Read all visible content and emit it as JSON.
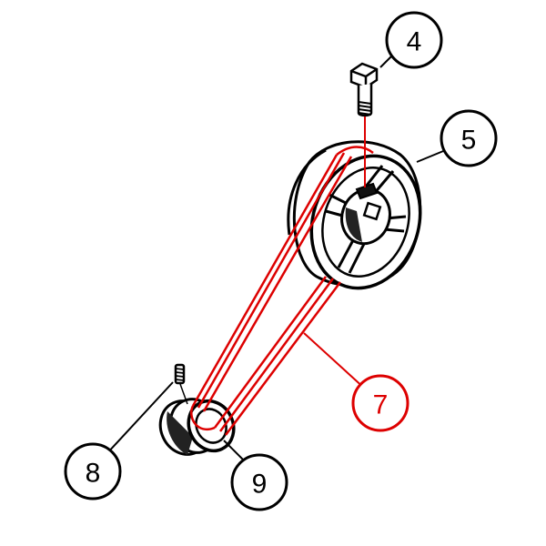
{
  "diagram": {
    "callouts": [
      {
        "id": "4",
        "label": "4",
        "part": "bolt",
        "color": "#000000"
      },
      {
        "id": "5",
        "label": "5",
        "part": "large-pulley",
        "color": "#000000"
      },
      {
        "id": "7",
        "label": "7",
        "part": "v-belt",
        "color": "#dd0000"
      },
      {
        "id": "8",
        "label": "8",
        "part": "set-screw",
        "color": "#000000"
      },
      {
        "id": "9",
        "label": "9",
        "part": "small-pulley",
        "color": "#000000"
      }
    ],
    "colors": {
      "line": "#000000",
      "highlight": "#dd0000",
      "background": "#ffffff",
      "hatch": "#555555"
    }
  }
}
